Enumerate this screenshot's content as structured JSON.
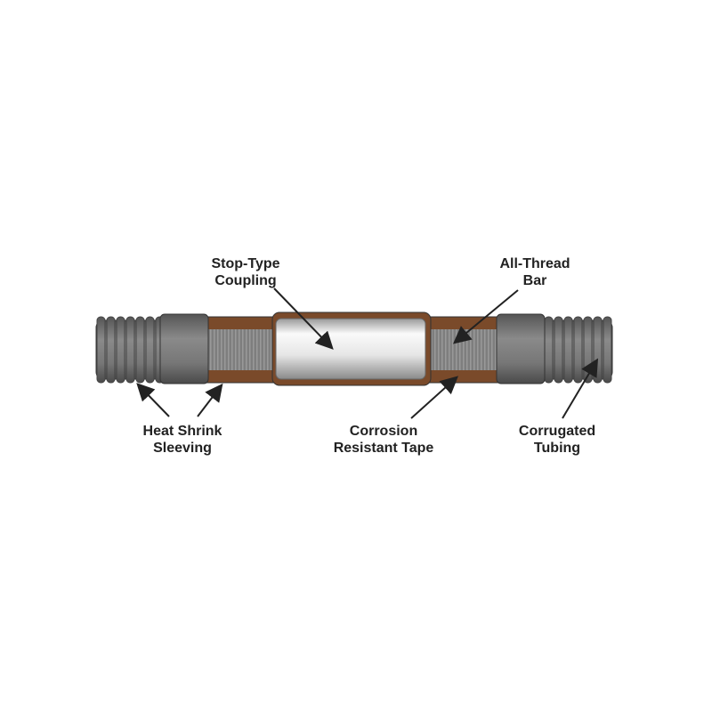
{
  "labels": {
    "stop_type_coupling": [
      "Stop-Type",
      "Coupling"
    ],
    "all_thread_bar": [
      "All-Thread",
      "Bar"
    ],
    "heat_shrink_sleeving": [
      "Heat Shrink",
      "Sleeving"
    ],
    "corrosion_resistant_tape": [
      "Corrosion",
      "Resistant Tape"
    ],
    "corrugated_tubing": [
      "Corrugated",
      "Tubing"
    ]
  },
  "colors": {
    "tubing": "#6e6e6e",
    "sleeve": "#727272",
    "tape": "#7a4a2a",
    "bar": "#8a8a8a",
    "coupling": "#e8e8e8",
    "arrow": "#222222"
  }
}
